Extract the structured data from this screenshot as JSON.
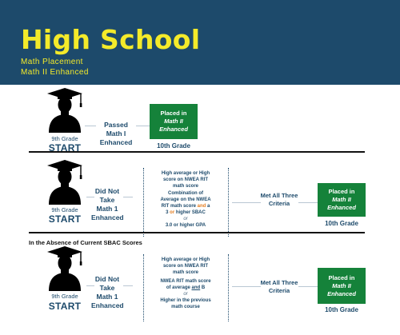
{
  "header": {
    "title": "High School",
    "subtitle_1": "Math Placement",
    "subtitle_2": "Math II Enhanced"
  },
  "colors": {
    "header_bg": "#1d4a6b",
    "title_text": "#f4ea2a",
    "placed_box": "#15823a",
    "label_text": "#1d4a6b",
    "and_text": "#e47c1e"
  },
  "icons": [
    "graduate-silhouette-icon"
  ],
  "section_1": {
    "grade": "9th Grade",
    "start": "START",
    "condition": [
      "Passed",
      "Math I",
      "Enhanced"
    ],
    "placed": [
      "Placed in",
      "Math II",
      "Enhanced"
    ],
    "result": "10th Grade"
  },
  "section_2": {
    "grade": "9th Grade",
    "start": "START",
    "condition": [
      "Did Not",
      "Take",
      "Math 1",
      "Enhanced"
    ],
    "criteria_1": [
      "High average or High",
      "score on NWEA RIT",
      "math score"
    ],
    "criteria_2": [
      "Combination of",
      "Average on the NWEA",
      "RIT math score",
      "and",
      "a",
      "3",
      "or",
      "higher SBAC"
    ],
    "criteria_or": "or",
    "criteria_3": "3.0 or higher GPA",
    "met": [
      "Met All Three",
      "Criteria"
    ],
    "placed": [
      "Placed in",
      "Math II",
      "Enhanced"
    ],
    "result": "10th Grade"
  },
  "section_3": {
    "heading": "In the Absence of Current SBAC Scores",
    "grade": "9th Grade",
    "start": "START",
    "condition": [
      "Did Not",
      "Take",
      "Math 1",
      "Enhanced"
    ],
    "criteria_1": [
      "High average or High",
      "score on NWEA RIT",
      "math score"
    ],
    "criteria_2": [
      "NWEA RIT math score",
      "of average",
      "and",
      "B"
    ],
    "criteria_or": "or",
    "criteria_3": [
      "Higher in the previous",
      "math course"
    ],
    "met": [
      "Met All Three",
      "Criteria"
    ],
    "placed": [
      "Placed in",
      "Math II",
      "Enhanced"
    ],
    "result": "10th Grade"
  }
}
